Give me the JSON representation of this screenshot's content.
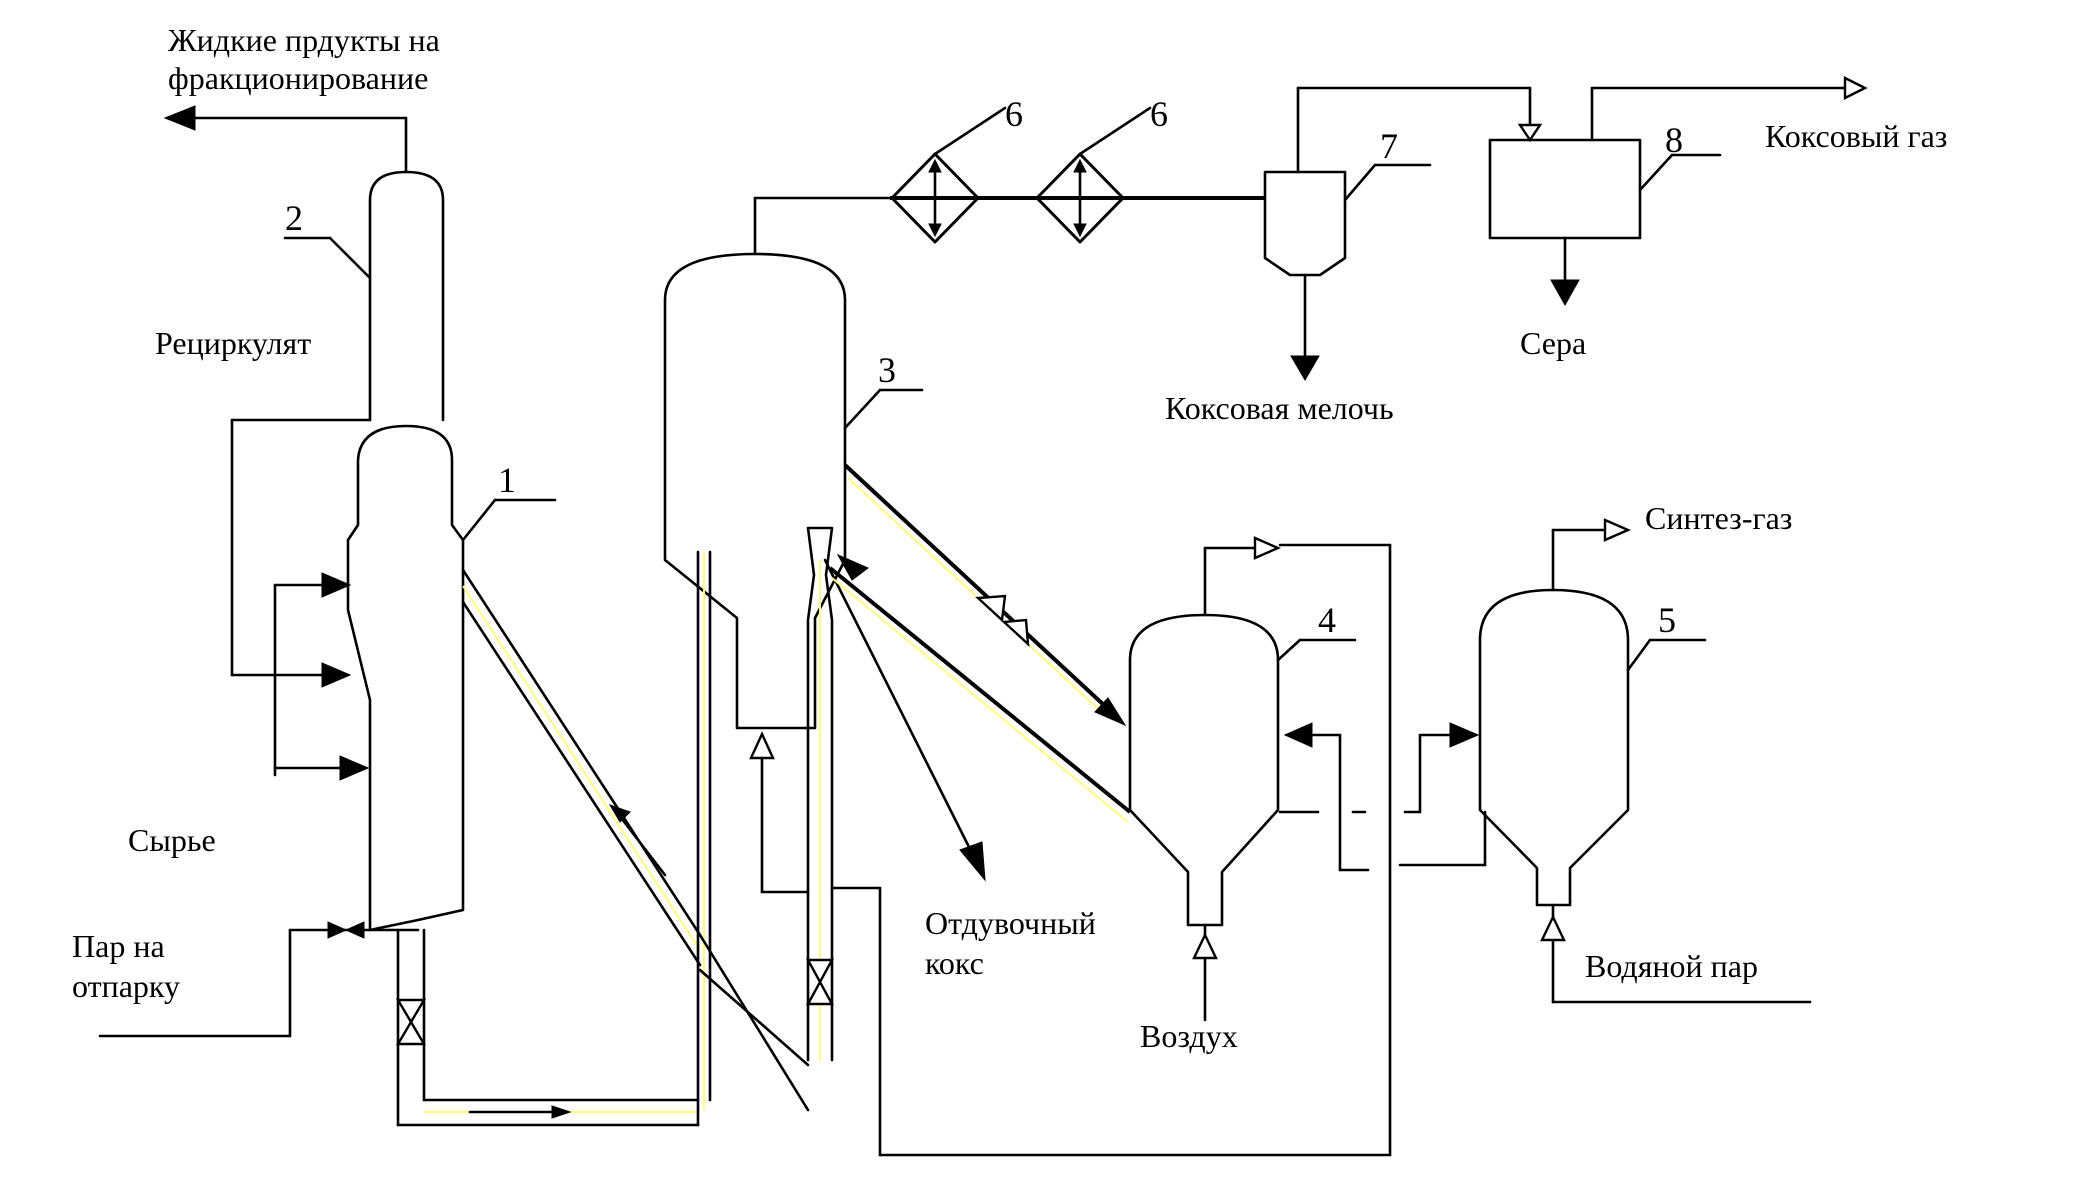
{
  "labels": {
    "liquid_products_line1": "Жидкие прдукты на",
    "liquid_products_line2": "фракционирование",
    "recycle": "Рециркулят",
    "feed": "Сырье",
    "steam_stripping_line1": "Пар на",
    "steam_stripping_line2": "отпарку",
    "blown_coke_line1": "Отдувочный",
    "blown_coke_line2": "кокс",
    "air": "Воздух",
    "coke_fines": "Коксовая мелочь",
    "sulfur": "Сера",
    "coke_gas": "Коксовый газ",
    "syngas": "Синтез-газ",
    "water_steam": "Водяной пар"
  },
  "numbers": {
    "n1": "1",
    "n2": "2",
    "n3": "3",
    "n4": "4",
    "n5": "5",
    "n6a": "6",
    "n6b": "6",
    "n7": "7",
    "n8": "8"
  },
  "colors": {
    "line": "#000000",
    "highlight": "#ffff80",
    "background": "#ffffff"
  }
}
